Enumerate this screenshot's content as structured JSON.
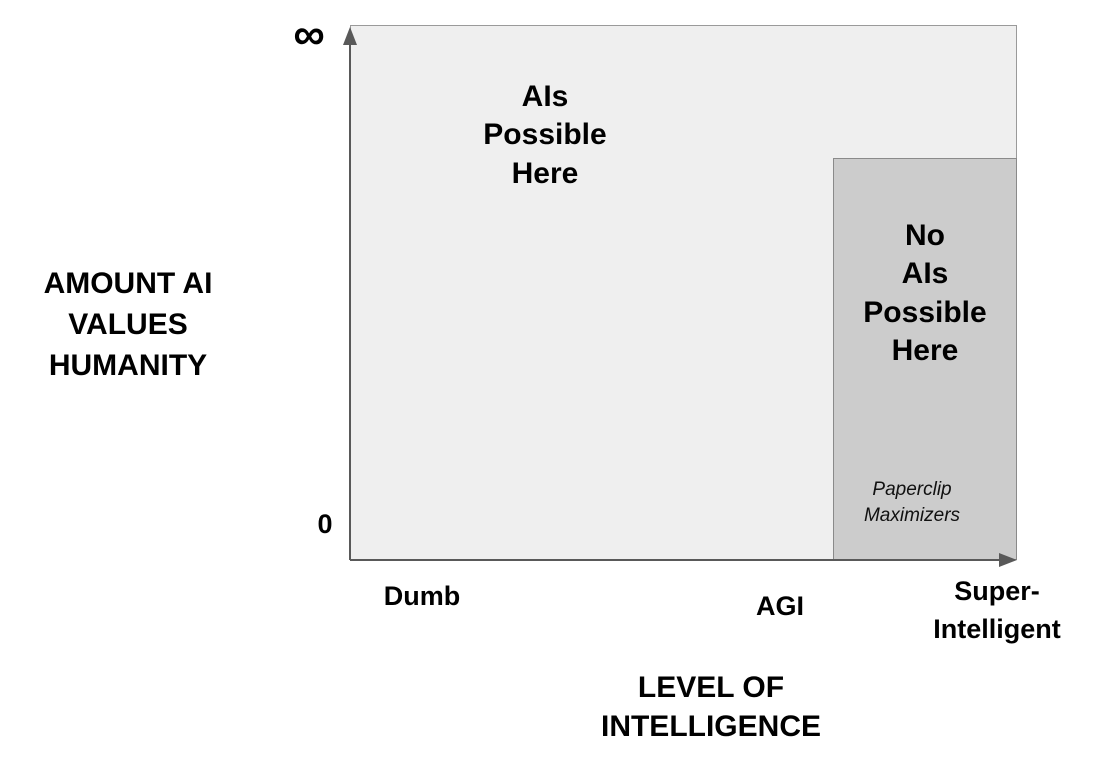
{
  "diagram": {
    "y_axis": {
      "title": "AMOUNT AI\nVALUES\nHUMANITY",
      "top_label": "∞",
      "bottom_label": "0"
    },
    "x_axis": {
      "title": "LEVEL OF\nINTELLIGENCE",
      "ticks": {
        "dumb": "Dumb",
        "agi": "AGI",
        "super": "Super-\nIntelligent"
      }
    },
    "regions": {
      "allowed": {
        "label": "AIs\nPossible\nHere",
        "fill": "#efefef"
      },
      "forbidden": {
        "label": "No\nAIs\nPossible\nHere",
        "example": "Paperclip\nMaximizers",
        "fill": "#cccccc"
      }
    },
    "colors": {
      "axis": "#595959",
      "border": "#9a9a9a"
    }
  }
}
